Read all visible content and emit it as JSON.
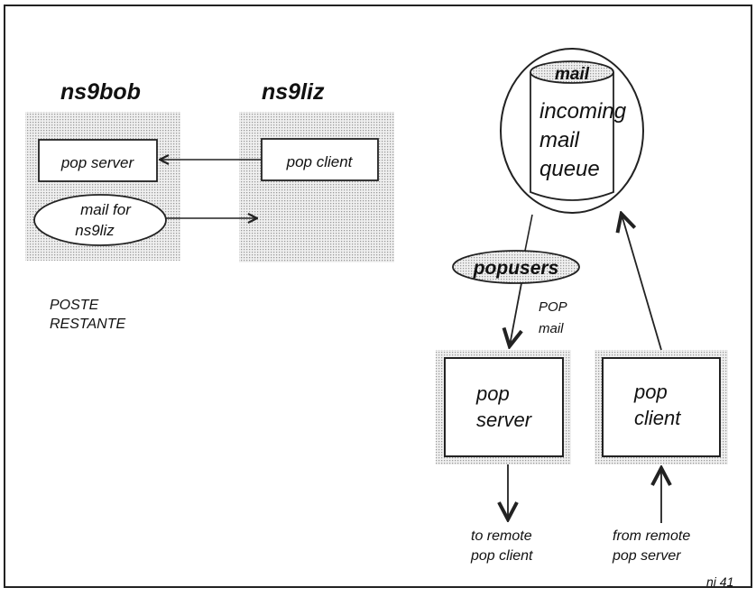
{
  "hosts": {
    "left": "ns9bob",
    "right": "ns9liz"
  },
  "left_group": {
    "pop_server": "pop server",
    "pop_client": "pop client",
    "mail_for": [
      "mail for",
      "ns9liz"
    ],
    "caption": [
      "POSTE",
      "RESTANTE"
    ]
  },
  "right_group": {
    "queue_title": "mail",
    "queue_text": [
      "incoming",
      "mail",
      "queue"
    ],
    "popusers": "popusers",
    "pop_mail": [
      "POP",
      "mail"
    ],
    "server": [
      "pop",
      "server"
    ],
    "client": [
      "pop",
      "client"
    ],
    "to_remote": [
      "to remote",
      "pop client"
    ],
    "from_remote": [
      "from remote",
      "pop server"
    ]
  },
  "footer": "ni 41"
}
